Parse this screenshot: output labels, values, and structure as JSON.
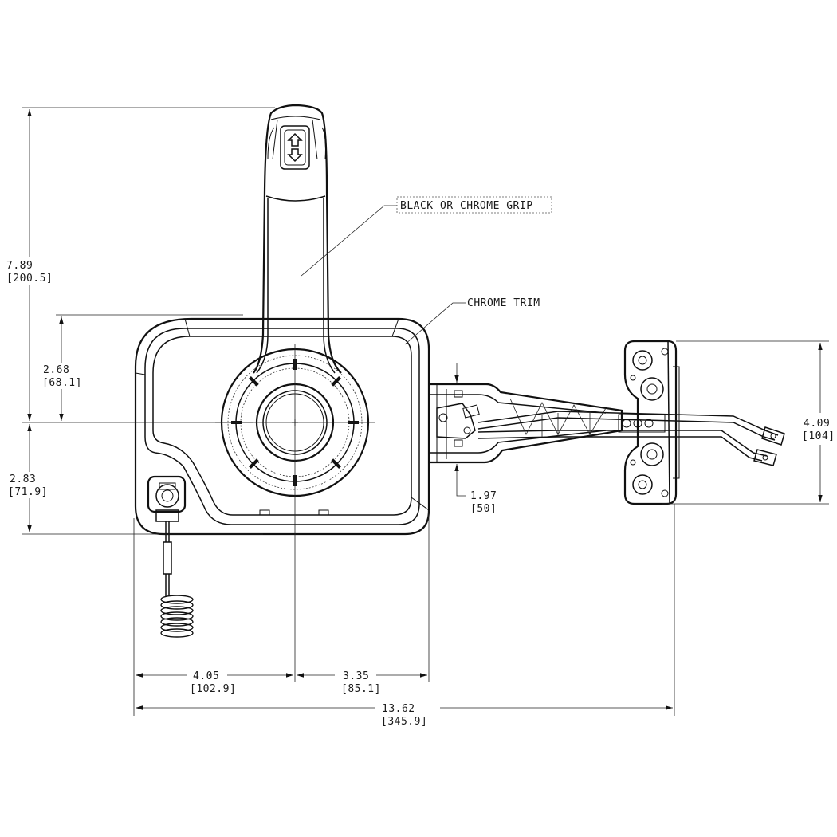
{
  "labels": {
    "grip": "BLACK OR CHROME GRIP",
    "trim": "CHROME TRIM"
  },
  "dimensions": {
    "overall_height": {
      "in": "7.89",
      "mm": "[200.5]"
    },
    "upper_height": {
      "in": "2.68",
      "mm": "[68.1]"
    },
    "lower_height": {
      "in": "2.83",
      "mm": "[71.9]"
    },
    "left_width": {
      "in": "4.05",
      "mm": "[102.9]"
    },
    "right_width": {
      "in": "3.35",
      "mm": "[85.1]"
    },
    "overall_width": {
      "in": "13.62",
      "mm": "[345.9]"
    },
    "bracket_height": {
      "in": "4.09",
      "mm": "[104]"
    },
    "arm_height": {
      "in": "1.97",
      "mm": "[50]"
    }
  }
}
